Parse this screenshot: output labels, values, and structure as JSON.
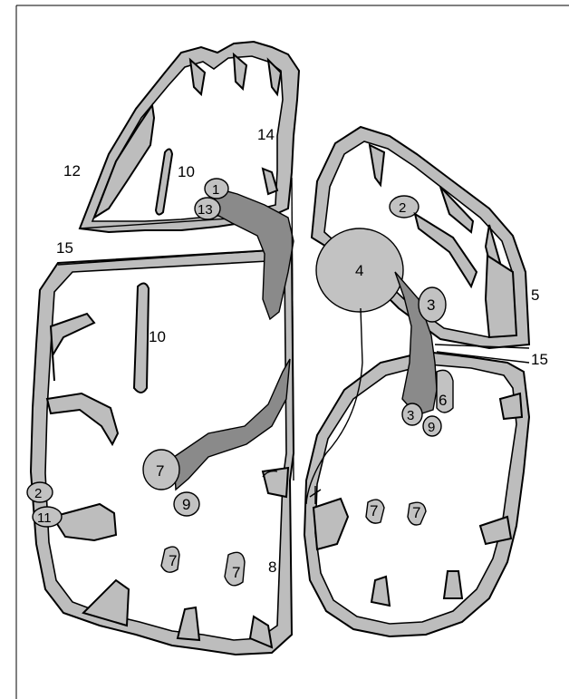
{
  "figure": {
    "labels": {
      "l1": "1",
      "l2a": "2",
      "l2b": "2",
      "l3a": "3",
      "l3b": "3",
      "l4": "4",
      "l5": "5",
      "l6": "6",
      "l7a": "7",
      "l7b": "7",
      "l7c": "7",
      "l7d": "7",
      "l7e": "7",
      "l8": "8",
      "l9a": "9",
      "l9b": "9",
      "l10a": "10",
      "l10b": "10",
      "l11": "11",
      "l12": "12",
      "l13": "13",
      "l14": "14",
      "l15a": "15",
      "l15b": "15"
    }
  }
}
